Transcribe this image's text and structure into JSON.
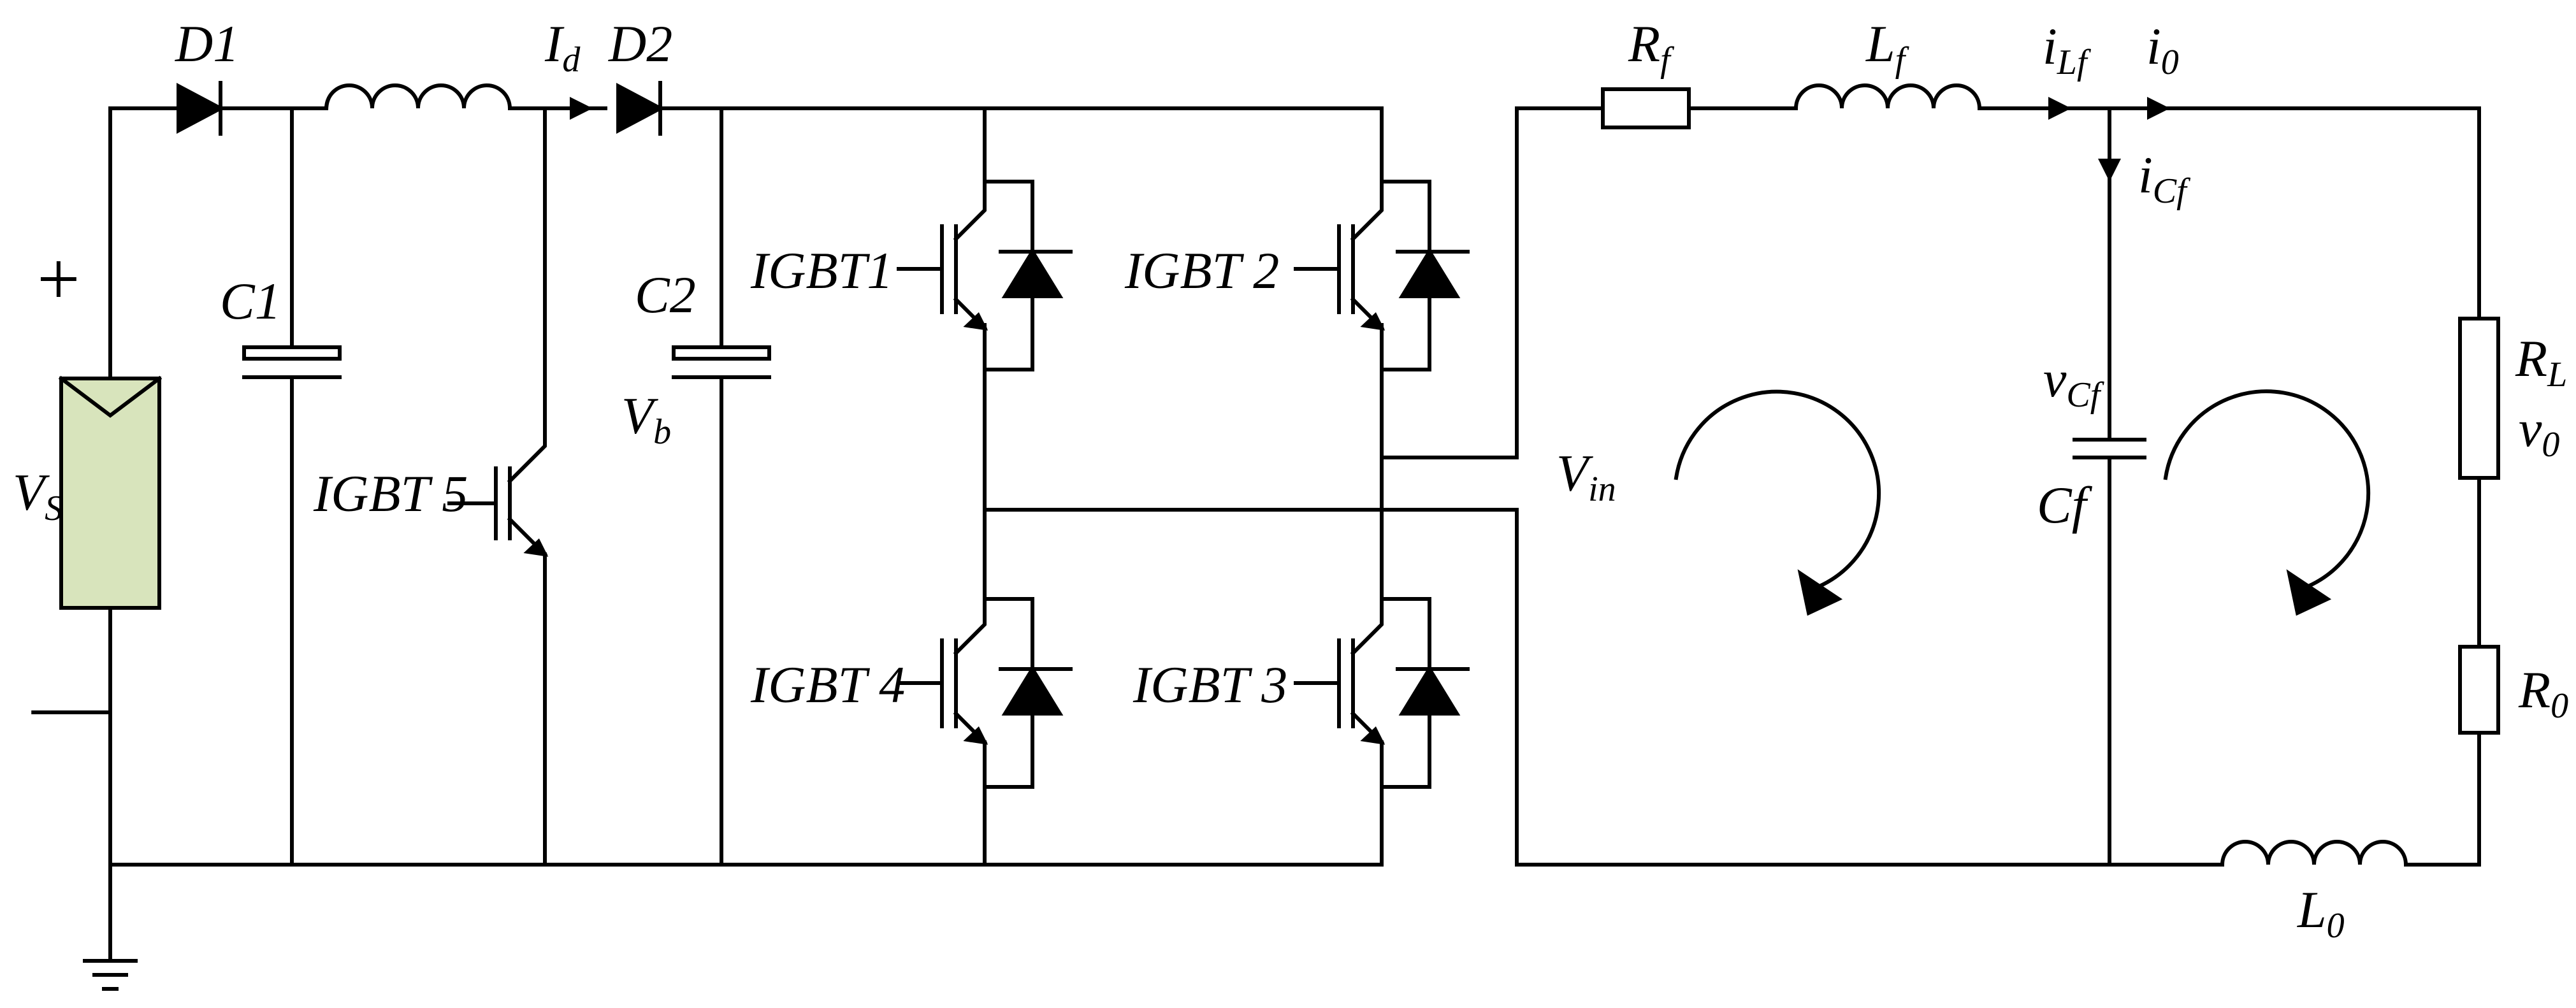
{
  "labels": {
    "D1": "D1",
    "D2": "D2",
    "C1": "C1",
    "C2": "C2",
    "Id_main": "I",
    "Id_sub": "d",
    "Vb_main": "V",
    "Vb_sub": "b",
    "Vs_main": "V",
    "Vs_sub": "S",
    "plus": "+",
    "minus": "—",
    "IGBT1": "IGBT1",
    "IGBT2": "IGBT 2",
    "IGBT3": "IGBT 3",
    "IGBT4": "IGBT 4",
    "IGBT5": "IGBT 5",
    "Rf_main": "R",
    "Rf_sub": "f",
    "Lf_main": "L",
    "Lf_sub": "f",
    "iLf_main": "i",
    "iLf_sub": "Lf",
    "i0_main": "i",
    "i0_sub": "0",
    "iCf_main": "i",
    "iCf_sub": "Cf",
    "vCf_main": "v",
    "vCf_sub": "Cf",
    "Cf": "Cf",
    "Vin_main": "V",
    "Vin_sub": "in",
    "RL_main": "R",
    "RL_sub": "L",
    "v0_main": "v",
    "v0_sub": "0",
    "R0_main": "R",
    "R0_sub": "0",
    "L0_main": "L",
    "L0_sub": "0"
  },
  "colors": {
    "wire": "#000000",
    "pv_fill": "#d8e4bc",
    "background": "#ffffff"
  }
}
